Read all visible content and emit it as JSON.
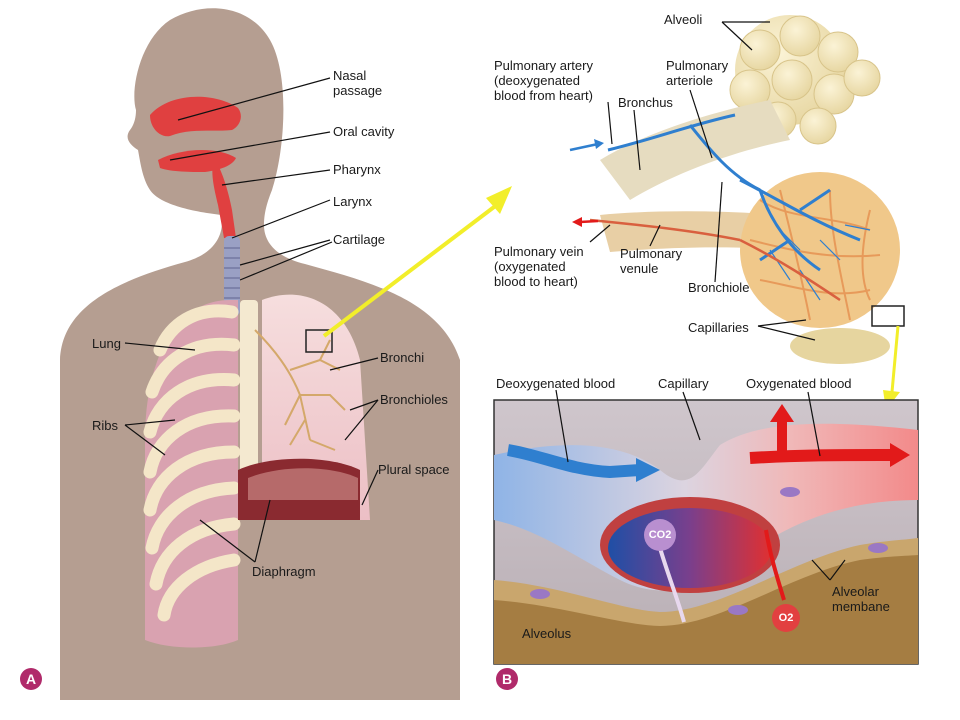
{
  "panelA": {
    "badge": "A",
    "labels": {
      "nasal_passage": "Nasal\npassage",
      "oral_cavity": "Oral cavity",
      "pharynx": "Pharynx",
      "larynx": "Larynx",
      "cartilage": "Cartilage",
      "lung": "Lung",
      "ribs": "Ribs",
      "bronchi": "Bronchi",
      "bronchioles": "Bronchioles",
      "plural_space": "Plural space",
      "diaphragm": "Diaphragm"
    }
  },
  "panelB": {
    "badge": "B",
    "labels": {
      "alveoli": "Alveoli",
      "pulmonary_artery": "Pulmonary artery\n(deoxygenated\nblood from heart)",
      "bronchus": "Bronchus",
      "pulmonary_arteriole": "Pulmonary\narteriole",
      "pulmonary_vein": "Pulmonary vein\n(oxygenated\nblood to heart)",
      "pulmonary_venule": "Pulmonary\nvenule",
      "bronchiole": "Bronchiole",
      "capillaries": "Capillaries"
    },
    "inset": {
      "deoxygenated_blood": "Deoxygenated blood",
      "capillary": "Capillary",
      "oxygenated_blood": "Oxygenated blood",
      "alveolar_membrane": "Alveolar\nmembane",
      "alveolus": "Alveolus",
      "co2": "CO2",
      "o2": "O2"
    }
  },
  "colors": {
    "silhouette": "#b59e91",
    "airway": "#e04040",
    "deoxygenated": "#2f7fcf",
    "oxygenated": "#e21a1a",
    "pointer_arrow": "#f2ee2a",
    "badge": "#b02a6a"
  }
}
